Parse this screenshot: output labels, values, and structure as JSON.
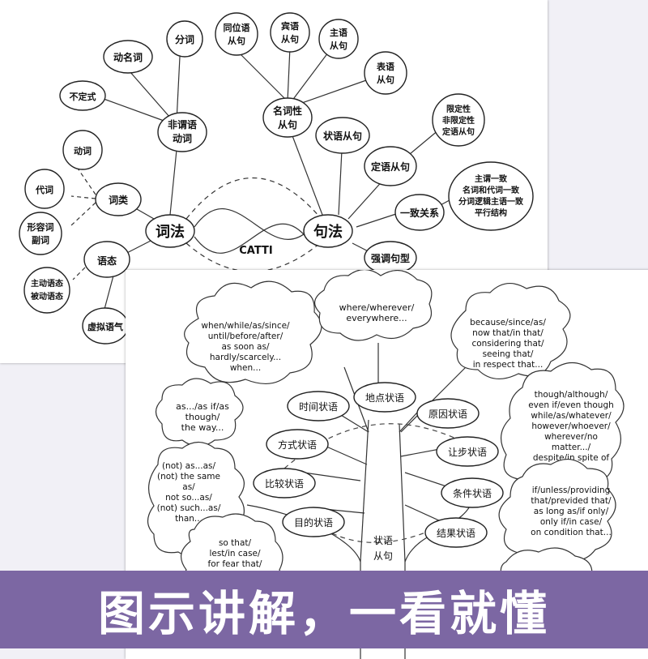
{
  "back_sheet": {
    "center": "CATTI",
    "hub_cifa": "词法",
    "hub_jufa": "句法",
    "nodes": {
      "fenci": "分词",
      "dongmingci": "动名词",
      "budingshi": "不定式",
      "feiweiyu": [
        "非谓语",
        "动词"
      ],
      "dongci": "动词",
      "daici": "代词",
      "cilei": "词类",
      "xingrongci": [
        "形容词",
        "副词"
      ],
      "yutai": "语态",
      "zhudong": [
        "主动语态",
        "被动语态"
      ],
      "xuni": "虚拟语气",
      "tongweiyu": [
        "同位语",
        "从句"
      ],
      "binyu": [
        "宾语",
        "从句"
      ],
      "zhuyu": [
        "主语",
        "从句"
      ],
      "biaoyu": [
        "表语",
        "从句"
      ],
      "mingcixing": [
        "名词性",
        "从句"
      ],
      "zhuangyu": "状语从句",
      "xianding": [
        "限定性",
        "非限定性",
        "定语从句"
      ],
      "dingyu": "定语从句",
      "yizhi_detail": [
        "主谓一致",
        "名词和代词一致",
        "分词逻辑主语一致",
        "平行结构"
      ],
      "yizhi": "一致关系",
      "qiangdiao": "强调句型"
    }
  },
  "front_sheet": {
    "root": [
      "状语",
      "从句"
    ],
    "branches": {
      "shijian": "时间状语",
      "didian": "地点状语",
      "yuanyin": "原因状语",
      "fangshi": "方式状语",
      "rangbu": "让步状语",
      "bijiao": "比较状语",
      "tiaojian": "条件状语",
      "mudi": "目的状语",
      "jieguo": "结果状语"
    },
    "clouds": {
      "time": [
        "when/while/as/since/",
        "until/before/after/",
        "as soon as/",
        "hardly/scarcely...",
        "when..."
      ],
      "place": [
        "where/wherever/",
        "everywhere..."
      ],
      "reason": [
        "because/since/as/",
        "now that/in that/",
        "considering that/",
        "seeing that/",
        "in respect that..."
      ],
      "manner": [
        "as.../as if/as",
        "though/",
        "the way..."
      ],
      "concession": [
        "though/although/",
        "even if/even though",
        "while/as/whatever/",
        "however/whoever/",
        "wherever/no",
        "matter.../",
        "despite/in spite of"
      ],
      "comparison": [
        "(not) as...as/",
        "(not) the same",
        "as/",
        "not so...as/",
        "(not) such...as/",
        "than..."
      ],
      "condition": [
        "if/unless/providing",
        "that/previded that/",
        "as long as/if only/",
        "only if/in case/",
        "on condition that..."
      ],
      "purpose": [
        "so that/",
        "lest/in case/",
        "for fear that/"
      ]
    }
  },
  "banner": {
    "text": "图示讲解，一看就懂"
  }
}
